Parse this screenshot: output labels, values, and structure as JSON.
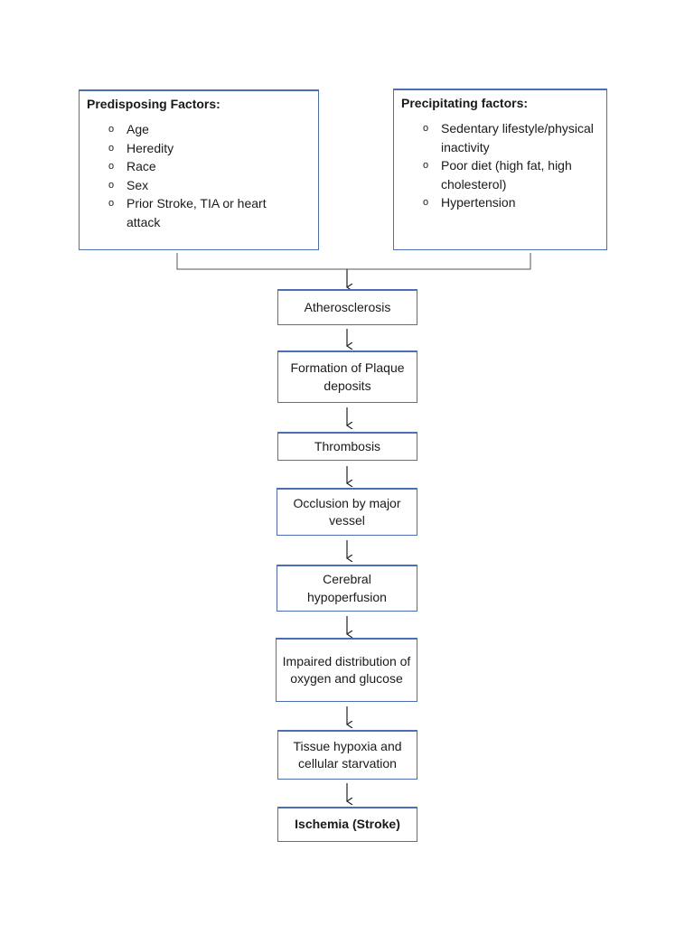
{
  "predisposing": {
    "title": "Predisposing Factors:",
    "items": [
      "Age",
      "Heredity",
      "Race",
      "Sex",
      "Prior Stroke, TIA or heart attack"
    ]
  },
  "precipitating": {
    "title": "Precipitating factors:",
    "items": [
      "Sedentary lifestyle/physical inactivity",
      "Poor diet (high fat, high cholesterol)",
      "Hypertension"
    ]
  },
  "bullet_glyph": "o",
  "steps": [
    {
      "label": "Atherosclerosis"
    },
    {
      "label": "Formation of Plaque deposits"
    },
    {
      "label": "Thrombosis"
    },
    {
      "label": "Occlusion by major vessel"
    },
    {
      "label": "Cerebral hypoperfusion"
    },
    {
      "label": "Impaired distribution of oxygen and glucose"
    },
    {
      "label": "Tissue hypoxia and cellular starvation"
    },
    {
      "label": "Ischemia (Stroke)"
    }
  ],
  "colors": {
    "box_border": "#4a6fb5",
    "line": "#222222"
  }
}
